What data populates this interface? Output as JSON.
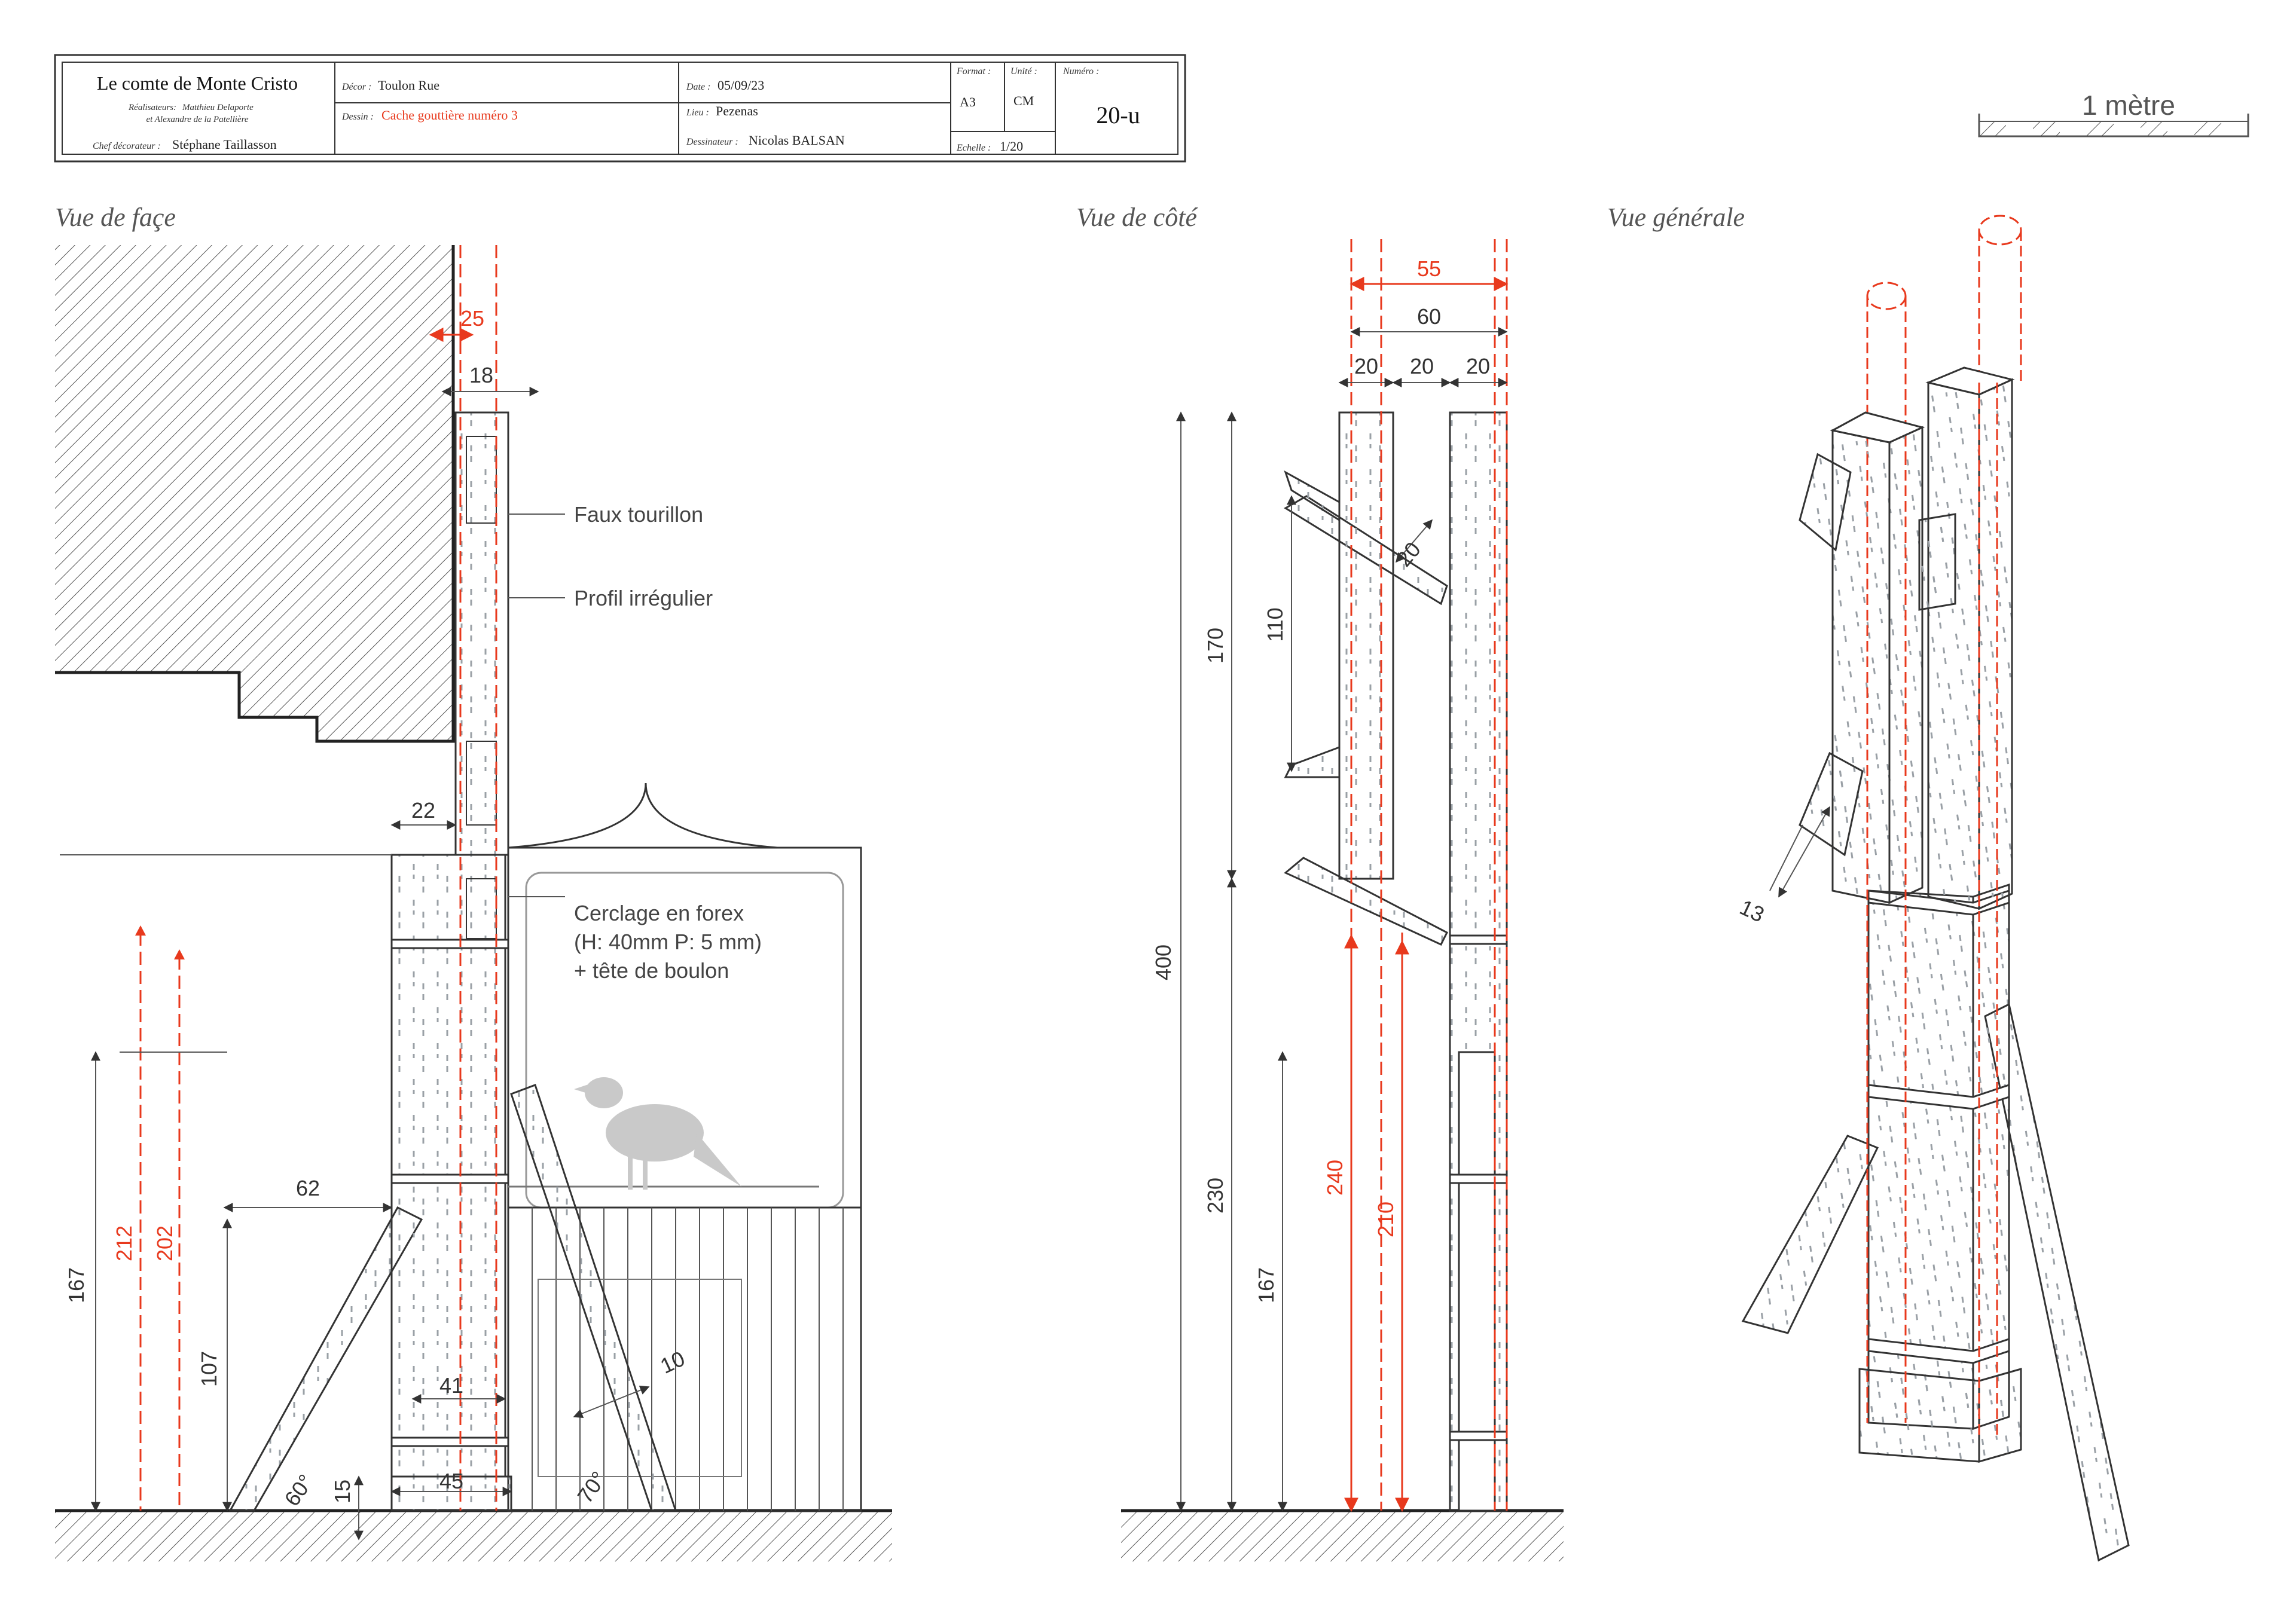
{
  "title_block": {
    "project": "Le comte de Monte Cristo",
    "directors_label": "Réalisateurs:",
    "directors_line1": "Matthieu Delaporte",
    "directors_line2": "et Alexandre de la Patellière",
    "chief_label": "Chef décorateur :",
    "chief_value": "Stéphane Taillasson",
    "decor_label": "Décor :",
    "decor_value": "Toulon Rue",
    "dessin_label": "Dessin :",
    "dessin_value": "Cache gouttière numéro 3",
    "date_label": "Date :",
    "date_value": "05/09/23",
    "lieu_label": "Lieu :",
    "lieu_value": "Pezenas",
    "dessinateur_label": "Dessinateur :",
    "dessinateur_value": "Nicolas BALSAN",
    "format_label": "Format :",
    "format_value": "A3",
    "unite_label": "Unité :",
    "unite_value": "CM",
    "numero_label": "Numéro :",
    "numero_value": "20-u",
    "echelle_label": "Echelle :",
    "echelle_value": "1/20"
  },
  "scale_bar": {
    "label": "1 mètre"
  },
  "views": {
    "front": "Vue de façe",
    "side": "Vue de côté",
    "general": "Vue générale"
  },
  "callouts": {
    "faux_tourillon": "Faux tourillon",
    "profil": "Profil irrégulier",
    "cerclage1": "Cerclage en forex",
    "cerclage2": "(H: 40mm P: 5 mm)",
    "cerclage3": "+ tête de boulon"
  },
  "dimensions": {
    "front": {
      "d25": "25",
      "d18": "18",
      "d22": "22",
      "d62": "62",
      "d212": "212",
      "d202": "202",
      "d167": "167",
      "d107": "107",
      "d41": "41",
      "d45": "45",
      "d15": "15",
      "d10": "10",
      "a60": "60°",
      "a70": "70°"
    },
    "side": {
      "d55": "55",
      "d60": "60",
      "d20a": "20",
      "d20b": "20",
      "d20c": "20",
      "d20d": "20",
      "d110": "110",
      "d170": "170",
      "d400": "400",
      "d230": "230",
      "d167": "167",
      "d240": "240",
      "d210": "210"
    },
    "general": {
      "d13": "13"
    }
  },
  "colors": {
    "red": "#e8391d",
    "line": "#333333",
    "grain": "#9aa0a6",
    "bird": "#c9c9c9"
  }
}
